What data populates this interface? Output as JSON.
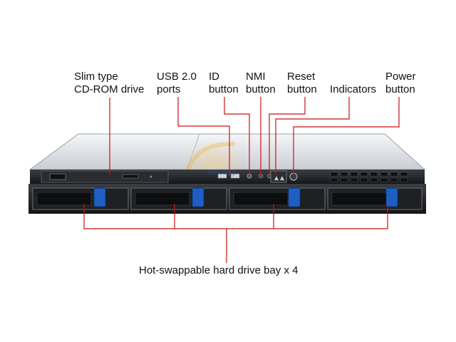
{
  "labels": {
    "cdrom": "Slim type\nCD-ROM drive",
    "usb": "USB 2.0\nports",
    "id": "ID\nbutton",
    "nmi": "NMI\nbutton",
    "reset": "Reset\nbutton",
    "indicators": "Indicators",
    "power": "Power\nbutton",
    "drive_bays": "Hot-swappable hard drive bay x 4"
  },
  "watermark": "newegg",
  "colors": {
    "callout_line": "#cc1111",
    "bay_latch": "#1f5fc4",
    "chassis_top": "#e9ecef",
    "front_panel": "#1a1c1f"
  },
  "drive_bay_count": 4
}
